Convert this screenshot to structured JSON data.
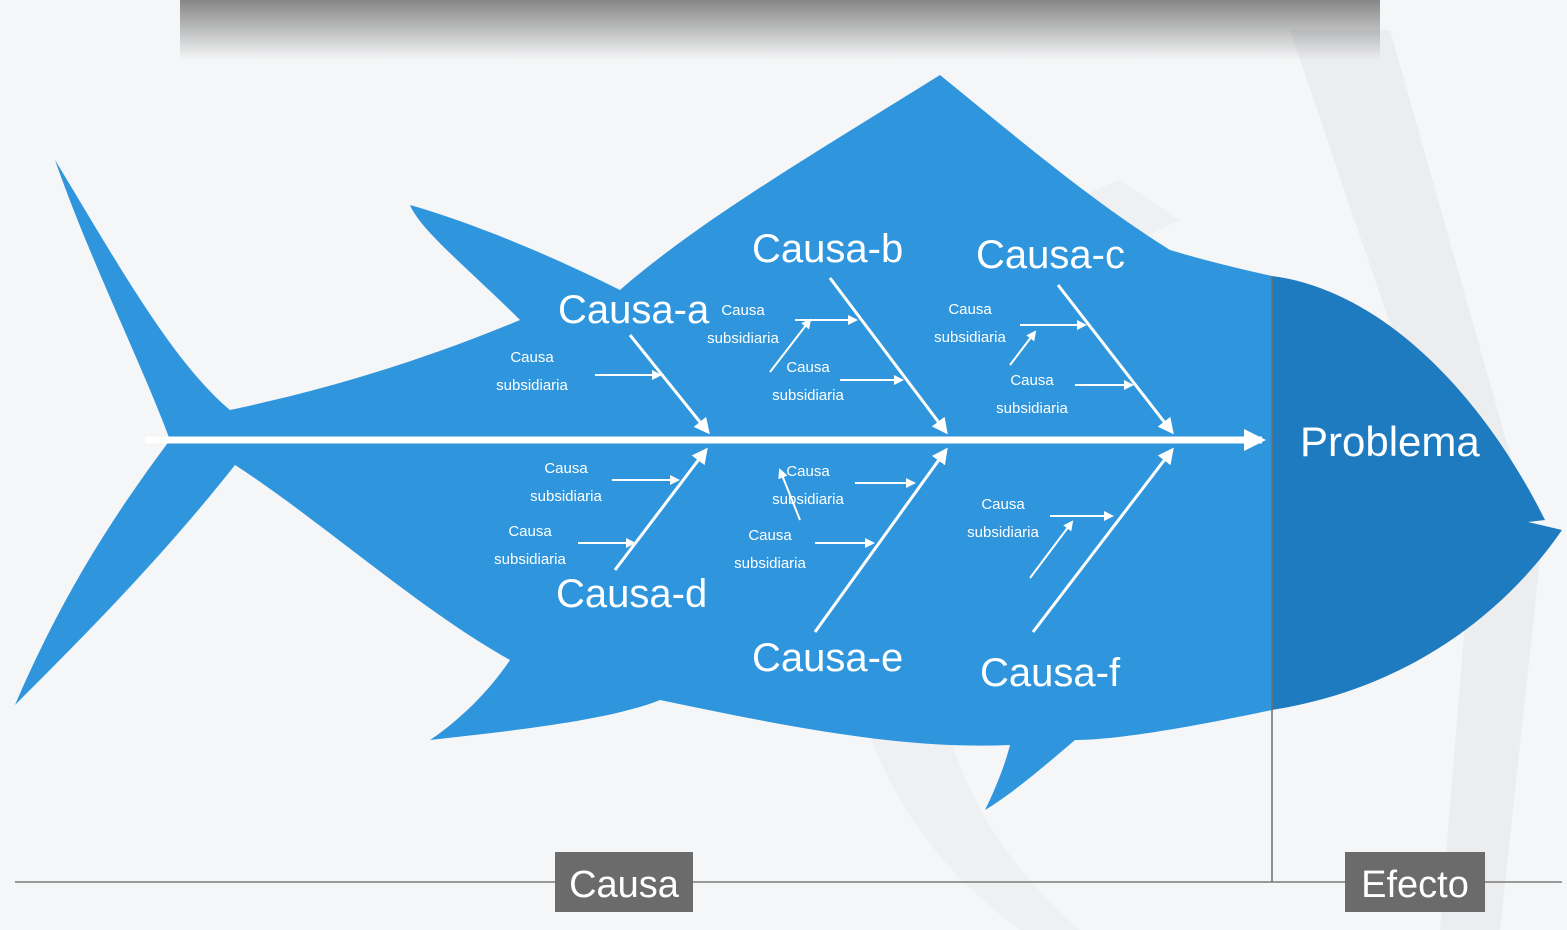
{
  "colors": {
    "background": "#f5f6f7",
    "fish_body": "#2f96dd",
    "fish_head": "#1f7bc0",
    "arrow": "#ffffff",
    "label_box": "#6b6b6b",
    "baseline": "#7a7a7a"
  },
  "diagram": {
    "head": {
      "label": "Problema"
    },
    "causes": {
      "a": {
        "label": "Causa-a"
      },
      "b": {
        "label": "Causa-b"
      },
      "c": {
        "label": "Causa-c"
      },
      "d": {
        "label": "Causa-d"
      },
      "e": {
        "label": "Causa-e"
      },
      "f": {
        "label": "Causa-f"
      }
    },
    "subcause": {
      "line1": "Causa",
      "line2": "subsidiaria"
    },
    "footer": {
      "cause": "Causa",
      "effect": "Efecto"
    }
  }
}
